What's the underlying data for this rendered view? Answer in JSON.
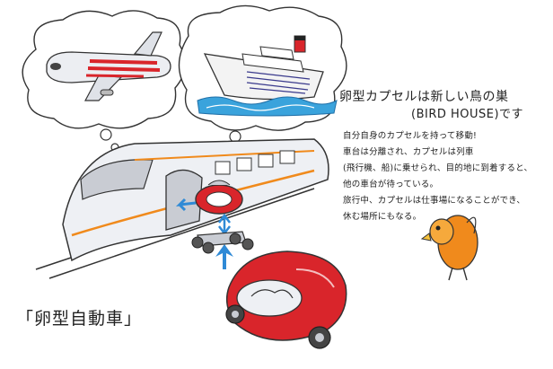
{
  "headline": {
    "line1": "卵型カプセルは新しい鳥の巣",
    "line2": "(BIRD HOUSE)です"
  },
  "body_lines": [
    "自分自身のカプセルを持って移動!",
    "車台は分離され、カプセルは列車",
    "(飛行機、船)に乗せられ、目的地に到着すると、",
    "他の車台が待っている。",
    "旅行中、カプセルは仕事場になることができ、",
    "休む場所にもなる。"
  ],
  "egg_car_label": "「卵型自動車」",
  "colors": {
    "red": "#d9252b",
    "blue": "#2f8ad6",
    "orange": "#f08a1c",
    "line": "#222222",
    "grey": "#c9ccd3",
    "water": "#3aa3dc"
  },
  "icons": [
    "airplane-illustration",
    "ship-illustration",
    "train-illustration",
    "egg-capsule-illustration",
    "chassis-illustration",
    "egg-car-illustration",
    "bird-illustration",
    "arrow-icon"
  ]
}
